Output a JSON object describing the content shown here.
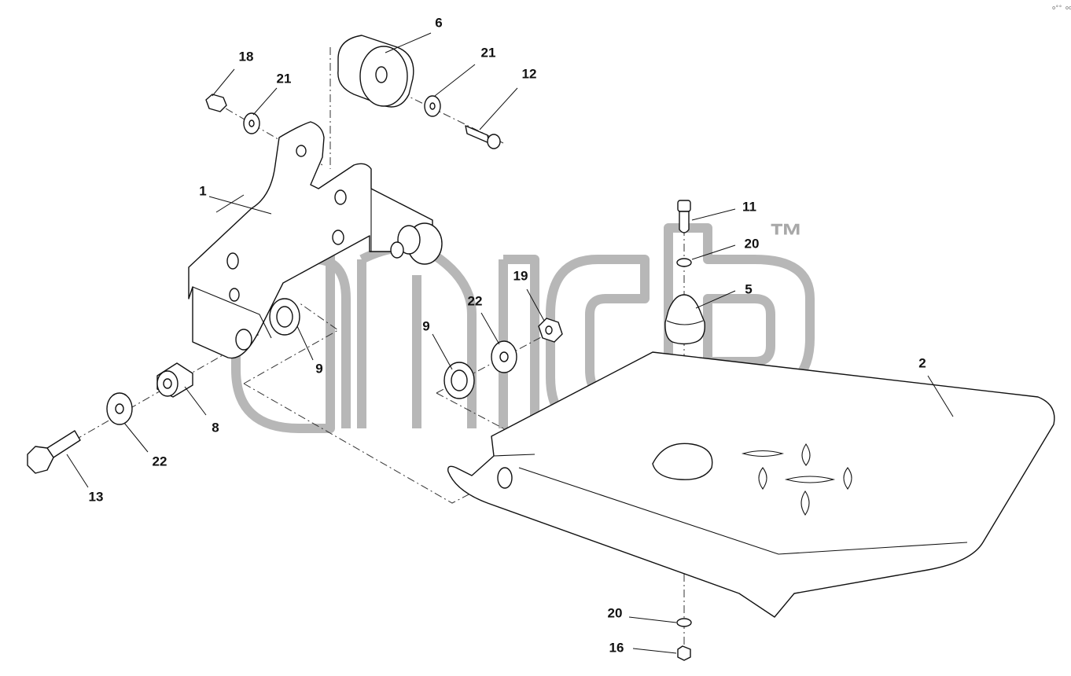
{
  "diagram": {
    "callouts": [
      {
        "id": "c1",
        "text": "1"
      },
      {
        "id": "c2",
        "text": "2"
      },
      {
        "id": "c5",
        "text": "5"
      },
      {
        "id": "c6",
        "text": "6"
      },
      {
        "id": "c8",
        "text": "8"
      },
      {
        "id": "c9a",
        "text": "9"
      },
      {
        "id": "c9b",
        "text": "9"
      },
      {
        "id": "c11",
        "text": "11"
      },
      {
        "id": "c12",
        "text": "12"
      },
      {
        "id": "c13",
        "text": "13"
      },
      {
        "id": "c16",
        "text": "16"
      },
      {
        "id": "c18",
        "text": "18"
      },
      {
        "id": "c19",
        "text": "19"
      },
      {
        "id": "c20a",
        "text": "20"
      },
      {
        "id": "c20b",
        "text": "20"
      },
      {
        "id": "c21a",
        "text": "21"
      },
      {
        "id": "c21b",
        "text": "21"
      },
      {
        "id": "c22a",
        "text": "22"
      },
      {
        "id": "c22b",
        "text": "22"
      }
    ],
    "watermark": {
      "mark": "™"
    },
    "corner_code": "o°° ooo"
  }
}
